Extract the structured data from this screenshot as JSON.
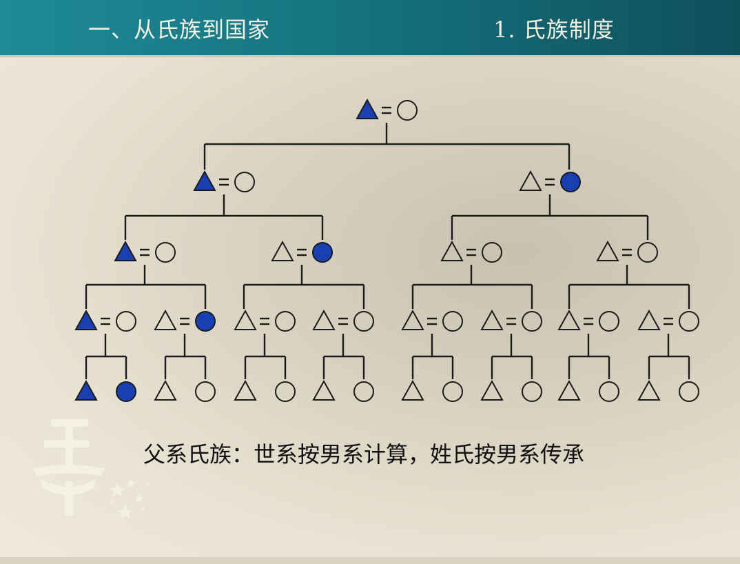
{
  "header": {
    "left_title": "一、从氏族到国家",
    "right_title": "1. 氏族制度"
  },
  "caption": "父系氏族：世系按男系计算，姓氏按男系传承",
  "legend_colors": {
    "filled": "#1a3fb2",
    "outline": "#1a1a1a",
    "line": "#1a1a1a"
  },
  "tree": {
    "generations": [
      {
        "couples": [
          {
            "male_filled": true,
            "female_filled": false
          }
        ]
      },
      {
        "couples": [
          {
            "male_filled": true,
            "female_filled": false
          },
          {
            "male_filled": false,
            "female_filled": true
          }
        ]
      },
      {
        "couples": [
          {
            "male_filled": true,
            "female_filled": false
          },
          {
            "male_filled": false,
            "female_filled": true
          },
          {
            "male_filled": false,
            "female_filled": false
          },
          {
            "male_filled": false,
            "female_filled": false
          }
        ]
      },
      {
        "couples": [
          {
            "male_filled": true,
            "female_filled": false
          },
          {
            "male_filled": false,
            "female_filled": true
          },
          {
            "male_filled": false,
            "female_filled": false
          },
          {
            "male_filled": false,
            "female_filled": false
          },
          {
            "male_filled": false,
            "female_filled": false
          },
          {
            "male_filled": false,
            "female_filled": false
          },
          {
            "male_filled": false,
            "female_filled": false
          },
          {
            "male_filled": false,
            "female_filled": false
          }
        ]
      }
    ],
    "children": [
      {
        "male_filled": true,
        "female_filled": true
      },
      {
        "male_filled": false,
        "female_filled": false
      },
      {
        "male_filled": false,
        "female_filled": false
      },
      {
        "male_filled": false,
        "female_filled": false
      },
      {
        "male_filled": false,
        "female_filled": false
      },
      {
        "male_filled": false,
        "female_filled": false
      },
      {
        "male_filled": false,
        "female_filled": false
      },
      {
        "male_filled": false,
        "female_filled": false
      }
    ]
  }
}
